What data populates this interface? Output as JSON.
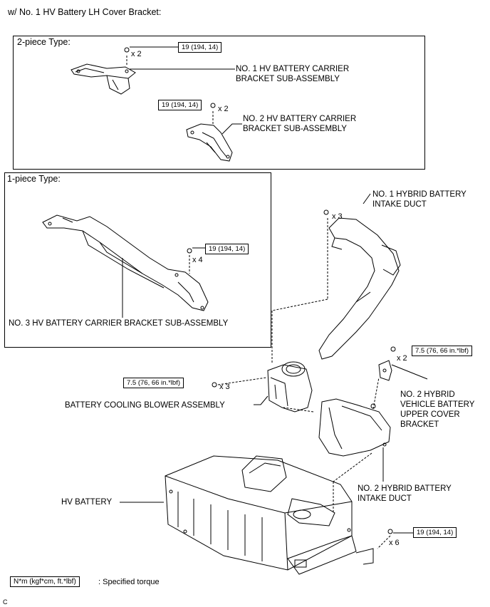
{
  "header": {
    "title": "w/ No. 1 HV Battery LH Cover Bracket:"
  },
  "two_piece": {
    "label": "2-piece Type:",
    "torque_a": "19 (194, 14)",
    "qty_a": "x 2",
    "torque_b": "19 (194, 14)",
    "qty_b": "x 2",
    "part1_line1": "NO. 1 HV BATTERY CARRIER",
    "part1_line2": "BRACKET SUB-ASSEMBLY",
    "part2_line1": "NO. 2 HV BATTERY CARRIER",
    "part2_line2": "BRACKET SUB-ASSEMBLY"
  },
  "one_piece": {
    "label": "1-piece Type:",
    "torque": "19 (194, 14)",
    "qty": "x 4",
    "part": "NO. 3 HV BATTERY CARRIER BRACKET SUB-ASSEMBLY"
  },
  "main": {
    "intake_duct1_line1": "NO. 1 HYBRID BATTERY",
    "intake_duct1_line2": "INTAKE DUCT",
    "duct1_qty": "x 3",
    "bracket_torque": "7.5 (76, 66 in.*lbf)",
    "bracket_qty": "x 2",
    "bracket_line1": "NO. 2 HYBRID",
    "bracket_line2": "VEHICLE BATTERY",
    "bracket_line3": "UPPER COVER",
    "bracket_line4": "BRACKET",
    "blower_torque": "7.5 (76, 66 in.*lbf)",
    "blower_qty": "x 3",
    "blower_label": "BATTERY COOLING BLOWER ASSEMBLY",
    "intake_duct2_line1": "NO. 2 HYBRID BATTERY",
    "intake_duct2_line2": "INTAKE DUCT",
    "hv_battery": "HV BATTERY",
    "battery_torque": "19 (194, 14)",
    "battery_qty": "x 6"
  },
  "legend": {
    "unit": "N*m (kgf*cm, ft.*lbf)",
    "text": ": Specified torque"
  },
  "footer": {
    "code": "C"
  }
}
